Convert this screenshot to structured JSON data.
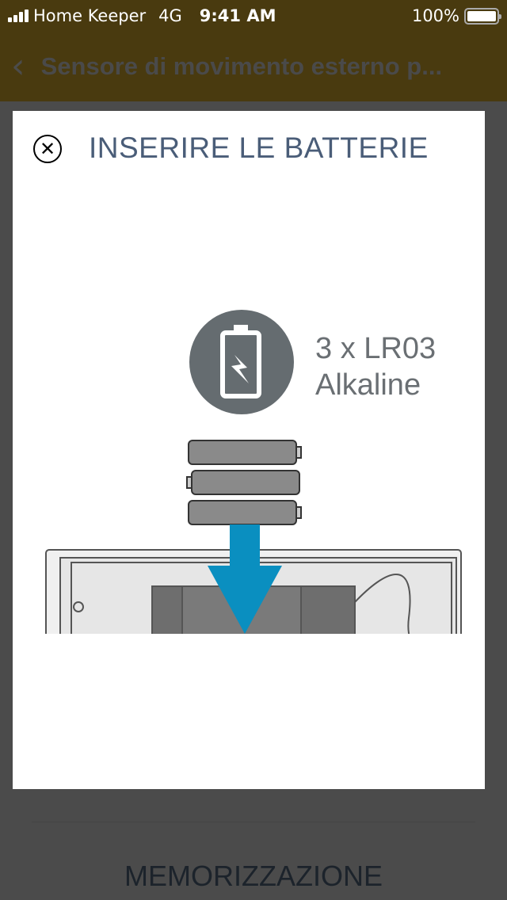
{
  "status_bar": {
    "carrier": "Home Keeper",
    "network": "4G",
    "time": "9:41 AM",
    "battery": "100%"
  },
  "nav": {
    "back_icon": "chevron-left-icon",
    "title": "Sensore di movimento esterno p..."
  },
  "background": {
    "section_title": "MEMORIZZAZIONE"
  },
  "modal": {
    "close_icon": "close-circle-icon",
    "title": "INSERIRE LE BATTERIE",
    "illustration": {
      "battery_spec_line1": "3 x LR03",
      "battery_spec_line2": "Alkaline",
      "battery_count": 3,
      "arrow_color": "#0a8fc0"
    }
  },
  "colors": {
    "status_bg": "#493a0f",
    "modal_title": "#4a5d78"
  }
}
